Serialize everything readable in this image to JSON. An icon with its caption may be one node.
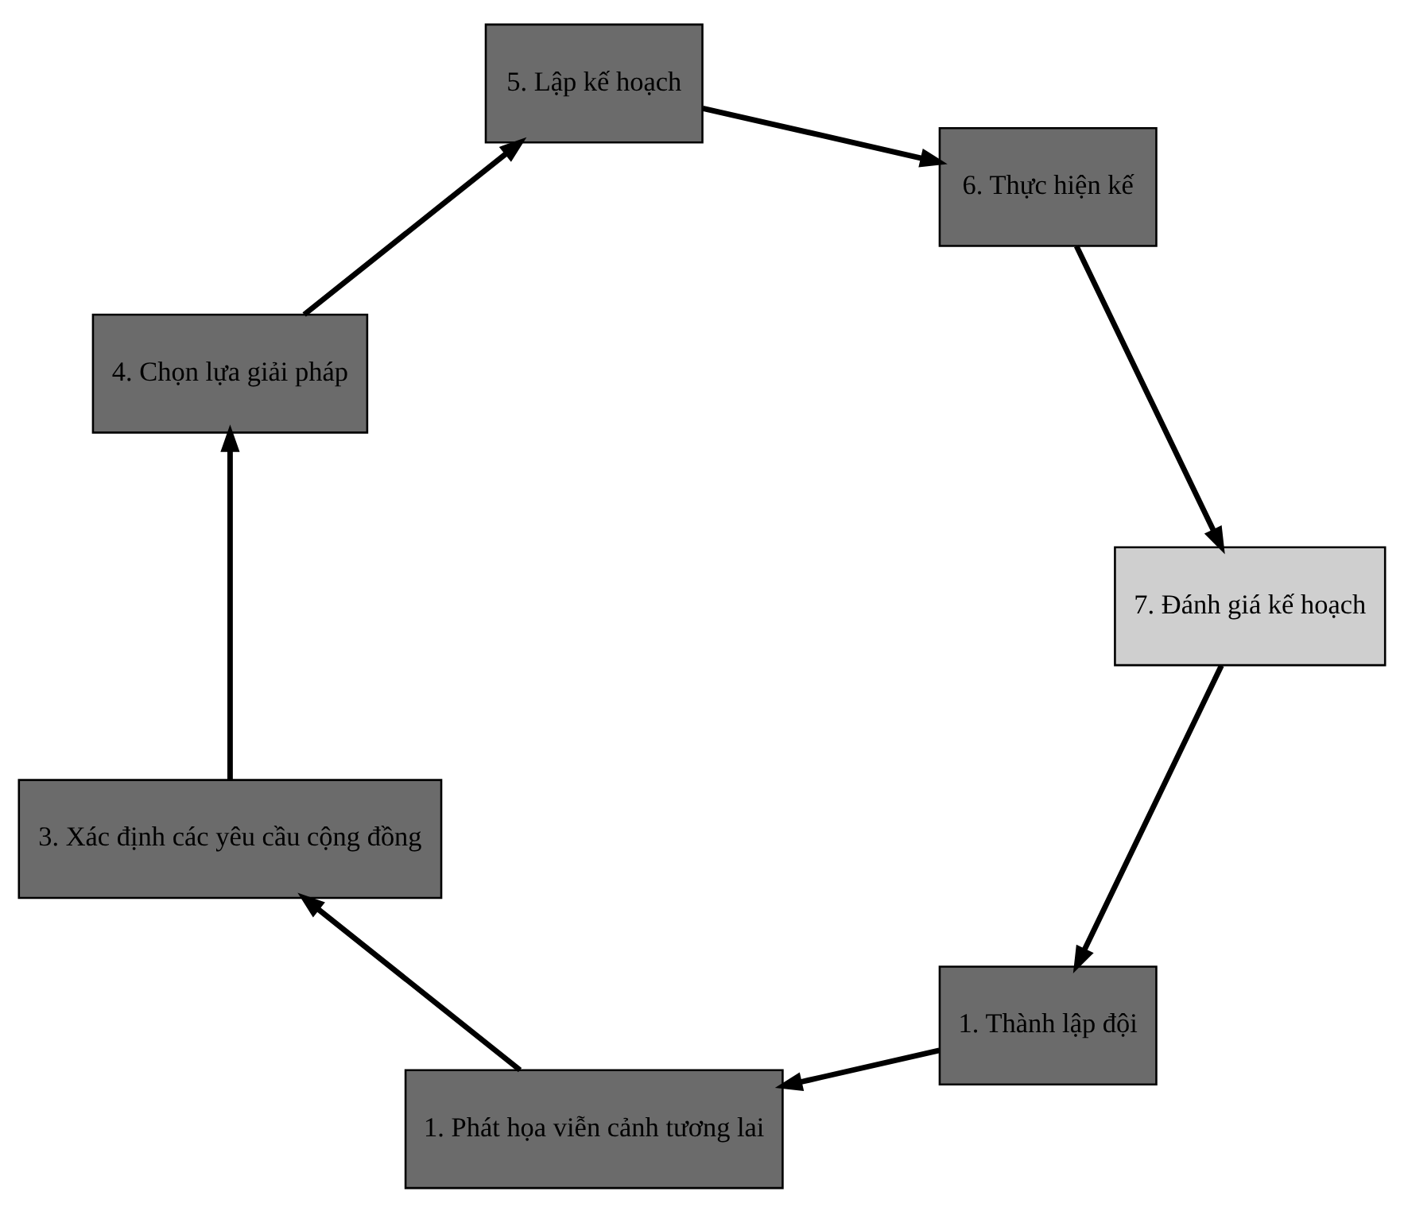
{
  "diagram": {
    "nodes": [
      {
        "text": [
          "1. Thành lập đội"
        ]
      },
      {
        "text": [
          "1. Phát họa viễn cảnh tương lai"
        ]
      },
      {
        "text": [
          "3. Xác định các yêu cầu cộng đồng"
        ]
      },
      {
        "text": [
          "4. Chọn lựa giải pháp"
        ]
      },
      {
        "text": [
          "5. Lập kế hoạch"
        ]
      },
      {
        "text": [
          "6. Thực hiện kế"
        ]
      },
      {
        "text": [
          "7. Đánh giá kế hoạch"
        ]
      }
    ],
    "edges": [
      {
        "from": 0,
        "to": 1,
        "arrow": "to"
      },
      {
        "from": 1,
        "to": 2,
        "arrow": "to"
      },
      {
        "from": 2,
        "to": 3,
        "arrow": "to"
      },
      {
        "from": 3,
        "to": 4,
        "arrow": "to"
      },
      {
        "from": 4,
        "to": 5,
        "arrow": "to"
      },
      {
        "from": 5,
        "to": 6,
        "arrow": "to"
      },
      {
        "from": 6,
        "to": 0,
        "arrow": "to"
      }
    ]
  }
}
